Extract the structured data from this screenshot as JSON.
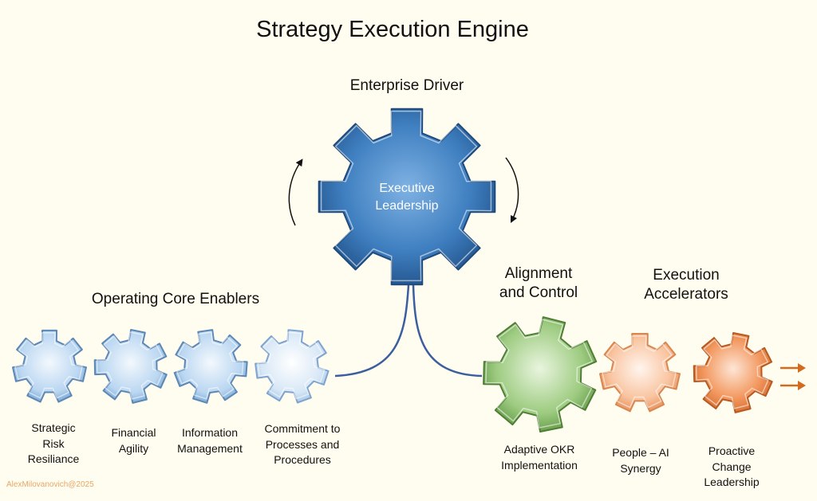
{
  "title": "Strategy Execution Engine",
  "sections": {
    "driver": "Enterprise Driver",
    "core": "Operating Core Enablers",
    "alignment": "Alignment\nand Control",
    "accelerators": "Execution\nAccelerators"
  },
  "gears": {
    "executive": "Executive\nLeadership",
    "risk": "Strategic\nRisk\nResiliance",
    "financial": "Financial\nAgility",
    "information": "Information\nManagement",
    "commitment": "Commitment  to\nProcesses and\nProcedures",
    "okr": "Adaptive OKR\nImplementation",
    "people_ai": "People – AI\nSynergy",
    "change": "Proactive\nChange\nLeadership"
  },
  "watermark": "AlexMilovanovich@2025",
  "colors": {
    "blue_dark": "#2f6aa8",
    "blue_light": "#a9cdee",
    "green": "#8bbf6d",
    "orange_light": "#f7b88f",
    "orange": "#f0894d",
    "connector": "#3a5e9e",
    "arrow": "#d46a1e"
  }
}
